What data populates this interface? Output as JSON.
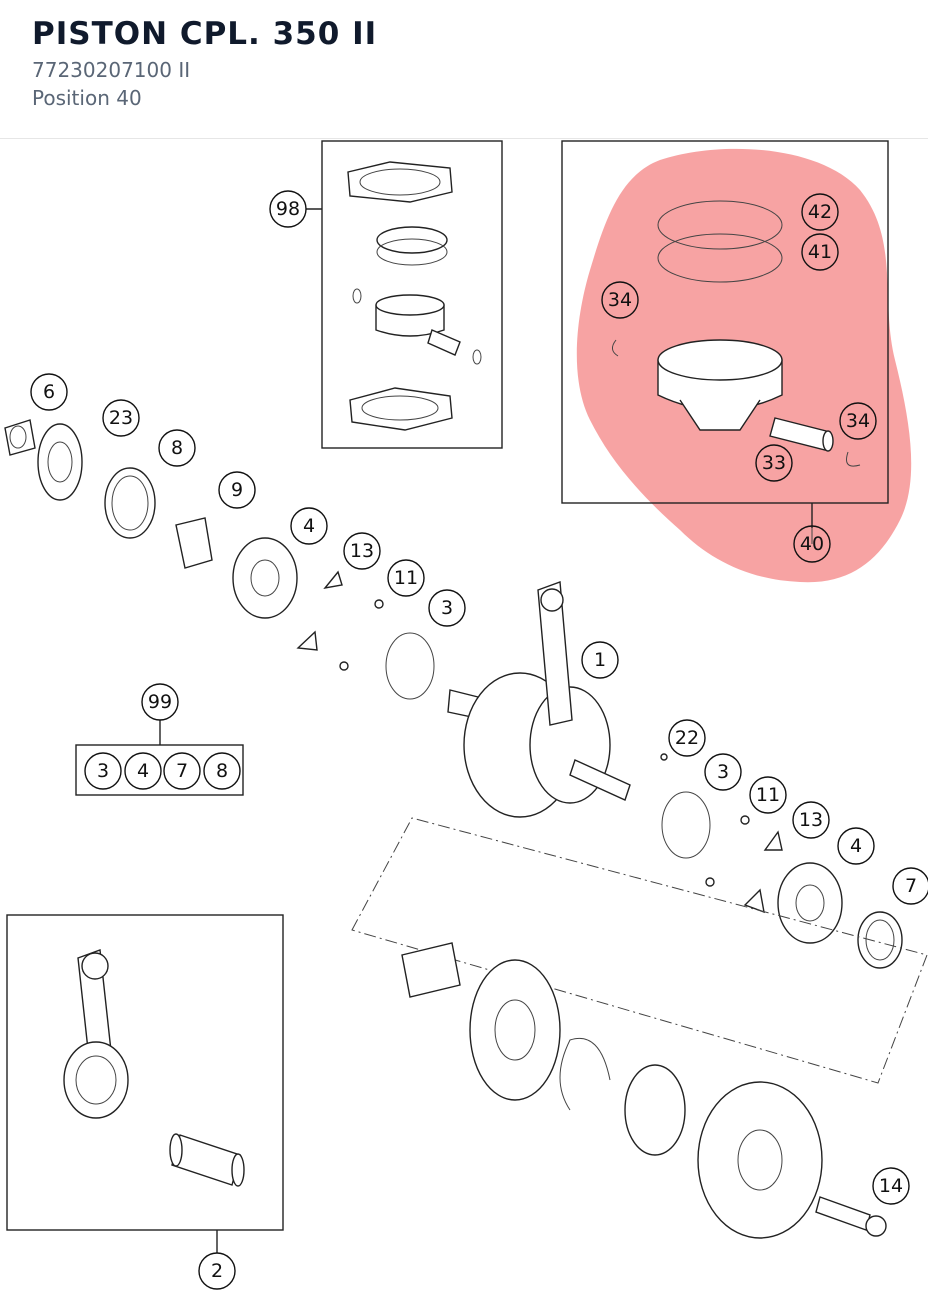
{
  "header": {
    "title": "PISTON CPL. 350 II",
    "part_number": "77230207100 II",
    "position": "Position 40"
  },
  "highlight_color": "#f47c7c",
  "callouts": [
    {
      "id": "c98",
      "label": "98"
    },
    {
      "id": "c42",
      "label": "42"
    },
    {
      "id": "c41",
      "label": "41"
    },
    {
      "id": "c34a",
      "label": "34"
    },
    {
      "id": "c34b",
      "label": "34"
    },
    {
      "id": "c33",
      "label": "33"
    },
    {
      "id": "c40",
      "label": "40"
    },
    {
      "id": "c6",
      "label": "6"
    },
    {
      "id": "c23",
      "label": "23"
    },
    {
      "id": "c8",
      "label": "8"
    },
    {
      "id": "c9",
      "label": "9"
    },
    {
      "id": "c4a",
      "label": "4"
    },
    {
      "id": "c13a",
      "label": "13"
    },
    {
      "id": "c11a",
      "label": "11"
    },
    {
      "id": "c3a",
      "label": "3"
    },
    {
      "id": "c1",
      "label": "1"
    },
    {
      "id": "c99",
      "label": "99"
    },
    {
      "id": "k3",
      "label": "3"
    },
    {
      "id": "k4",
      "label": "4"
    },
    {
      "id": "k7",
      "label": "7"
    },
    {
      "id": "k8",
      "label": "8"
    },
    {
      "id": "c22",
      "label": "22"
    },
    {
      "id": "c3b",
      "label": "3"
    },
    {
      "id": "c11b",
      "label": "11"
    },
    {
      "id": "c13b",
      "label": "13"
    },
    {
      "id": "c4b",
      "label": "4"
    },
    {
      "id": "c7",
      "label": "7"
    },
    {
      "id": "c14",
      "label": "14"
    },
    {
      "id": "c2",
      "label": "2"
    }
  ]
}
